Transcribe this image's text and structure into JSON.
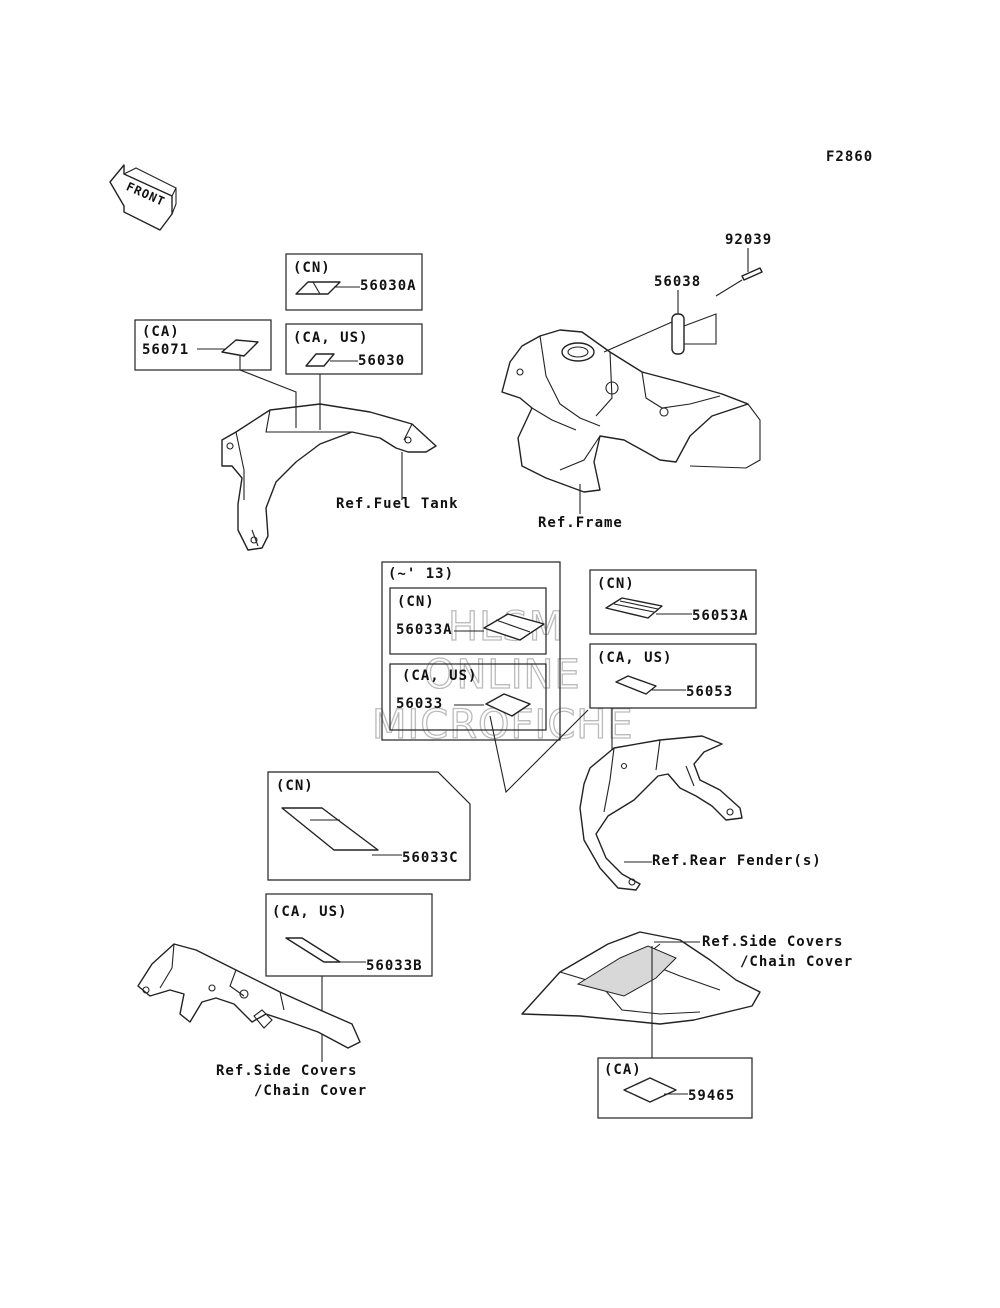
{
  "diagram_code": "F2860",
  "front_arrow_label": "FRONT",
  "watermark": [
    "HLSM",
    "ONLINE",
    "MICROFICHE"
  ],
  "boxes": {
    "b56030a": {
      "region": "(CN)",
      "part": "56030A"
    },
    "b56030": {
      "region": "(CA, US)",
      "part": "56030"
    },
    "b56071": {
      "region": "(CA)",
      "part": "56071"
    },
    "b_13": {
      "region": "(~' 13)"
    },
    "b56033a": {
      "region": "(CN)",
      "part": "56033A"
    },
    "b56033": {
      "region": "(CA, US)",
      "part": "56033"
    },
    "b56053a": {
      "region": "(CN)",
      "part": "56053A"
    },
    "b56053": {
      "region": "(CA, US)",
      "part": "56053"
    },
    "b56033c": {
      "region": "(CN)",
      "part": "56033C"
    },
    "b56033b": {
      "region": "(CA, US)",
      "part": "56033B"
    },
    "b59465": {
      "region": "(CA)",
      "part": "59465"
    }
  },
  "parts": {
    "p92039": "92039",
    "p56038": "56038"
  },
  "refs": {
    "fuel_tank": "Ref.Fuel Tank",
    "frame": "Ref.Frame",
    "rear_fender": "Ref.Rear Fender(s)",
    "side_covers_right_1": "Ref.Side Covers",
    "side_covers_right_2": "/Chain Cover",
    "side_covers_left_1": "Ref.Side Covers",
    "side_covers_left_2": "/Chain Cover"
  }
}
